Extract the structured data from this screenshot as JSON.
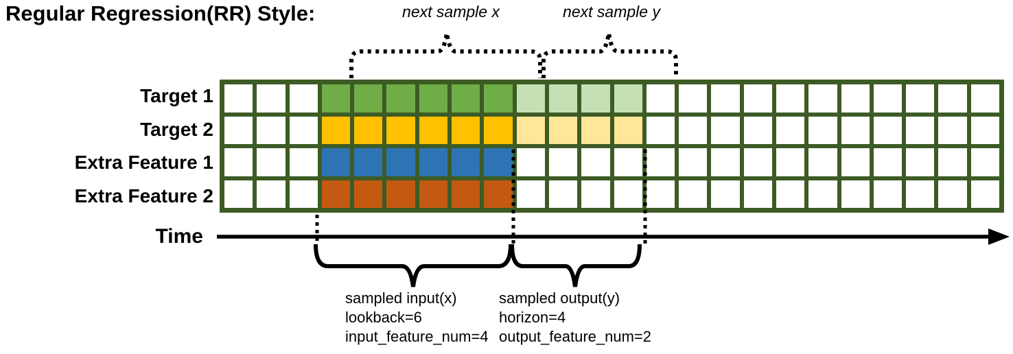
{
  "title": "Regular Regression(RR) Style:",
  "annotations": {
    "next_sample_x": "next sample x",
    "next_sample_y": "next sample y"
  },
  "time_axis": {
    "label": "Time"
  },
  "palette": {
    "w": "#FFFFFF",
    "g": "#70AD47",
    "lg": "#C5E0B4",
    "y": "#FFC000",
    "ly": "#FFE699",
    "b": "#2E74B5",
    "o": "#C45911"
  },
  "colors": {
    "grid_line": "#3D5B25",
    "target1_input": "#70AD47",
    "target1_output": "#C5E0B4",
    "target2_input": "#FFC000",
    "target2_output": "#FFE699",
    "extra1_input": "#2E74B5",
    "extra2_input": "#C45911",
    "annotation_stroke": "#000000"
  },
  "grid": {
    "columns": 24,
    "rows": [
      {
        "label": "Target 1",
        "cells": [
          "w",
          "w",
          "w",
          "g",
          "g",
          "g",
          "g",
          "g",
          "g",
          "lg",
          "lg",
          "lg",
          "lg",
          "w",
          "w",
          "w",
          "w",
          "w",
          "w",
          "w",
          "w",
          "w",
          "w",
          "w"
        ]
      },
      {
        "label": "Target 2",
        "cells": [
          "w",
          "w",
          "w",
          "y",
          "y",
          "y",
          "y",
          "y",
          "y",
          "ly",
          "ly",
          "ly",
          "ly",
          "w",
          "w",
          "w",
          "w",
          "w",
          "w",
          "w",
          "w",
          "w",
          "w",
          "w"
        ]
      },
      {
        "label": "Extra Feature 1",
        "cells": [
          "w",
          "w",
          "w",
          "b",
          "b",
          "b",
          "b",
          "b",
          "b",
          "w",
          "w",
          "w",
          "w",
          "w",
          "w",
          "w",
          "w",
          "w",
          "w",
          "w",
          "w",
          "w",
          "w",
          "w"
        ]
      },
      {
        "label": "Extra Feature 2",
        "cells": [
          "w",
          "w",
          "w",
          "o",
          "o",
          "o",
          "o",
          "o",
          "o",
          "w",
          "w",
          "w",
          "w",
          "w",
          "w",
          "w",
          "w",
          "w",
          "w",
          "w",
          "w",
          "w",
          "w",
          "w"
        ]
      }
    ]
  },
  "notes": {
    "input": {
      "line1": "sampled input(x)",
      "line2": "lookback=6",
      "line3": "input_feature_num=4"
    },
    "output": {
      "line1": "sampled output(y)",
      "line2": "horizon=4",
      "line3": "output_feature_num=2"
    }
  }
}
